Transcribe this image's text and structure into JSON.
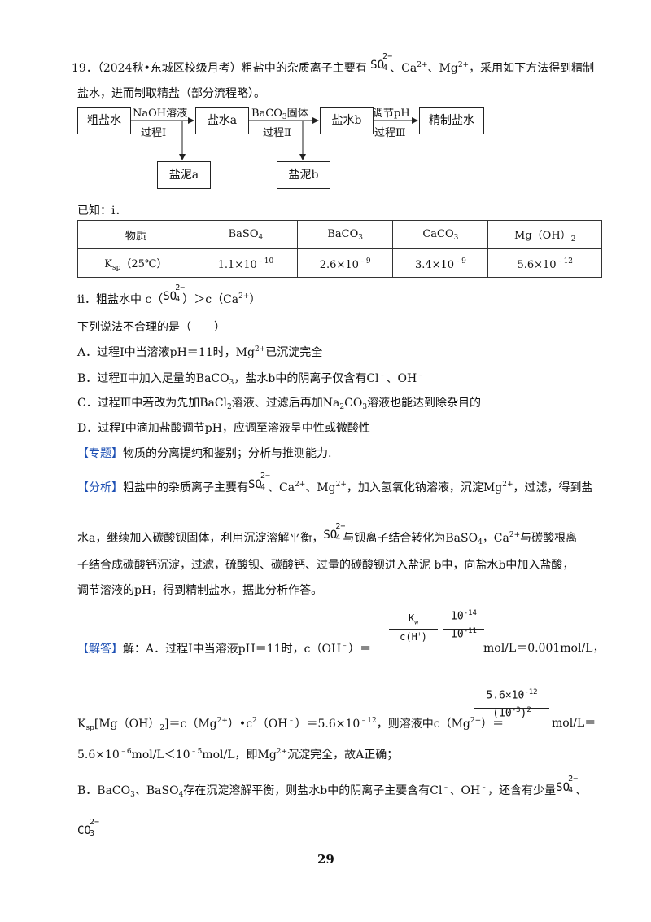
{
  "question": {
    "number": "19．",
    "source": "（2024秋•东城区校级月考）",
    "intro_a": "粗盐中的杂质离子主要有",
    "intro_b": "、Ca",
    "intro_c": "、Mg",
    "intro_d": "，采用如下方法得到精制",
    "line2": "盐水，进而制取精盐（部分流程略）。"
  },
  "flow": {
    "box1": "粗盐水",
    "box2": "盐水a",
    "box3": "盐水b",
    "box4": "精制盐水",
    "mud_a": "盐泥a",
    "mud_b": "盐泥b",
    "arrow1_top": "NaOH溶液",
    "arrow1_bottom": "过程Ⅰ",
    "arrow2_top_a": "BaCO",
    "arrow2_top_b": "固体",
    "arrow2_bottom": "过程Ⅱ",
    "arrow3_top": "调节pH",
    "arrow3_bottom": "过程Ⅲ"
  },
  "known_label": "已知：ⅰ．",
  "table": {
    "header": [
      "物质",
      "BaSO",
      "BaCO",
      "CaCO",
      "Mg（OH）"
    ],
    "row_label": "（25℃）",
    "values": [
      "1.1×10",
      "2.6×10",
      "3.4×10",
      "5.6×10"
    ],
    "exponents": [
      "﹣10",
      "﹣9",
      "﹣9",
      "﹣12"
    ]
  },
  "known_ii": {
    "a": "ⅱ．粗盐水中 c（",
    "b": "）＞c（Ca",
    "c": "）"
  },
  "prompt": "下列说法不合理的是（　　）",
  "options": {
    "A": "A．过程Ⅰ中当溶液pH＝11时，Mg",
    "A_tail": "已沉淀完全",
    "B": "B．过程Ⅱ中加入足量的BaCO",
    "B_tail": "，盐水b中的阴离子仅含有Cl",
    "B_end": "、OH",
    "C": "C．过程Ⅲ中若改为先加BaCl",
    "C_mid": "溶液、过滤后再加Na",
    "C_mid2": "CO",
    "C_tail": "溶液也能达到除杂目的",
    "D": "D．过程Ⅰ中滴加盐酸调节pH，应调至溶液呈中性或微酸性"
  },
  "topic": {
    "tag": "【专题】",
    "text": "物质的分离提纯和鉴别；分析与推测能力."
  },
  "analysis": {
    "tag": "【分析】",
    "l1a": "粗盐中的杂质离子主要有",
    "l1b": "、Ca",
    "l1c": "、Mg",
    "l1d": "，加入氢氧化钠溶液，沉淀Mg",
    "l1e": "，过滤，得到盐",
    "l2a": "水a，继续加入碳酸钡固体，利用沉淀溶解平衡，",
    "l2b": "与钡离子结合转化为BaSO",
    "l2c": "，Ca",
    "l2d": "与碳酸根离",
    "l3": "子结合成碳酸钙沉淀，过滤，硫酸钡、碳酸钙、过量的碳酸钡进入盐泥 b中，向盐水b中加入盐酸，",
    "l4": "调节溶液的pH，得到精制盐水，据此分析作答。"
  },
  "answer": {
    "tag": "【解答】",
    "a1": "解：A．过程Ⅰ中当溶液pH＝11时，c（OH",
    "a1b": "）＝",
    "kw": "K",
    "kw_sub": "w",
    "ch": "c(H",
    "ch_tail": ")",
    "num": "10",
    "num_exp": "-14",
    "den": "10",
    "den_exp": "-11",
    "a1_tail": "mol/L＝0.001mol/L，",
    "ksp_a": "K",
    "ksp_sub": "sp",
    "ksp_b": "[Mg（OH）",
    "ksp_c": "]＝c（Mg",
    "ksp_d": "）•c",
    "ksp_e": "（OH",
    "ksp_f": "）＝5.6×10",
    "ksp_g": "，则溶液中c（Mg",
    "ksp_h": "）＝",
    "frac2_num": "5.6×10",
    "frac2_num_exp": "-12",
    "frac2_den": "(10",
    "frac2_den_exp": "-3",
    "frac2_den_tail": ")",
    "frac2_den_pow": "2",
    "ksp_unit": "mol/L＝",
    "a3": "5.6×10",
    "a3_exp": "﹣6",
    "a3b": "mol/L＜10",
    "a3b_exp": "﹣5",
    "a3c": "mol/L，即Mg",
    "a3d": "沉淀完全，故A正确；",
    "b1": "B．BaCO",
    "b1b": "、BaSO",
    "b1c": "存在沉淀溶解平衡，则盐水b中的阴离子主要含有Cl",
    "b1d": "、OH",
    "b1e": "，还含有少量",
    "b1f": "、"
  },
  "ions": {
    "so_base": "SO",
    "so_charge": "2−",
    "so_sub": "4",
    "co_base": "CO",
    "co_charge": "2−",
    "co_sub": "3",
    "two_plus": "2+",
    "minus": "﹣",
    "plus": "+",
    "sub2": "2",
    "sub3": "3",
    "sub4": "4"
  },
  "page_number": "29"
}
